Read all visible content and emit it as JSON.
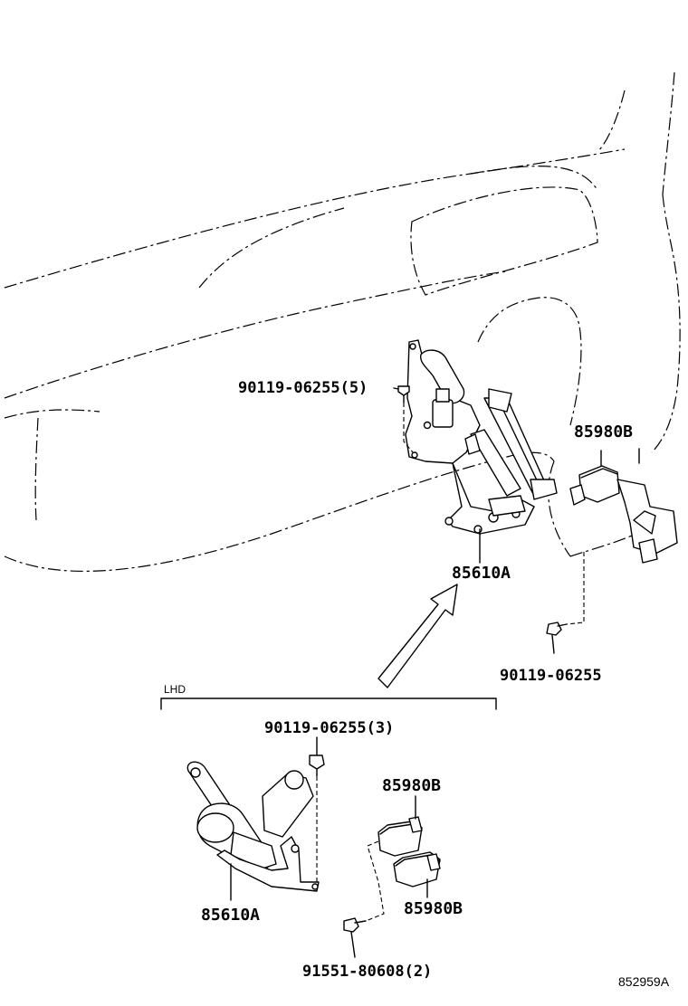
{
  "labels": {
    "bolt_top": "90119-06255(5)",
    "relay_top": "85980B",
    "sensor_top": "85610A",
    "bolt_mid": "90119-06255",
    "lhd": "LHD",
    "bolt_lhd": "90119-06255(3)",
    "relay_lhd_1": "85980B",
    "sensor_lhd": "85610A",
    "relay_lhd_2": "85980B",
    "bolt_bottom": "91551-80608(2)",
    "diagram_code": "852959A"
  }
}
